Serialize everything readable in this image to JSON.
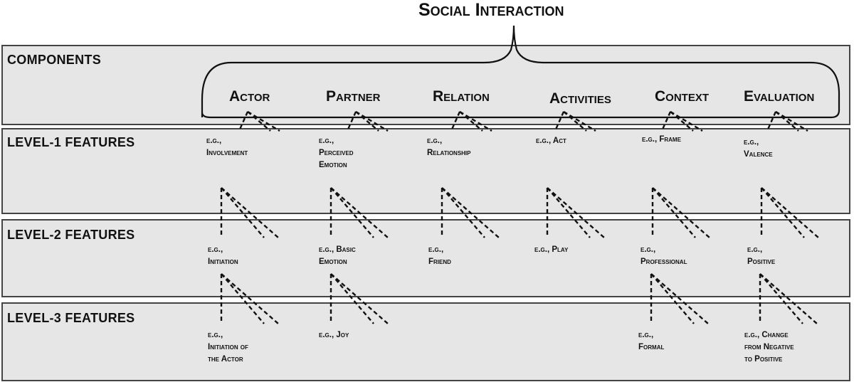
{
  "title": "Social Interaction",
  "rows": [
    {
      "label": "COMPONENTS"
    },
    {
      "label": "LEVEL-1 FEATURES"
    },
    {
      "label": "LEVEL-2 FEATURES"
    },
    {
      "label": "LEVEL-3 FEATURES"
    }
  ],
  "components": [
    {
      "name": "Actor",
      "level1": "e.g.,\nInvolvement",
      "level2": "e.g.,\nInitiation",
      "level3": "e.g.,\nInitiation of\nthe Actor"
    },
    {
      "name": "Partner",
      "level1": "e.g.,\nPerceived\nEmotion",
      "level2": "e.g., Basic\nEmotion",
      "level3": "e.g., Joy"
    },
    {
      "name": "Relation",
      "level1": "e.g.,\nRelationship",
      "level2": "e.g.,\nFriend",
      "level3": null
    },
    {
      "name": "Activities",
      "level1": "e.g., Act",
      "level2": "e.g., Play",
      "level3": null
    },
    {
      "name": "Context",
      "level1": "e.g., Frame",
      "level2": "e.g.,\nProfessional",
      "level3": "e.g.,\nFormal"
    },
    {
      "name": "Evaluation",
      "level1": "e.g.,\nValence",
      "level2": "e.g.,\nPositive",
      "level3": "e.g., Change\nfrom Negative\nto Positive"
    }
  ],
  "colors": {
    "box_fill": "#e6e6e6",
    "box_border": "#444444",
    "ink": "#111111"
  }
}
